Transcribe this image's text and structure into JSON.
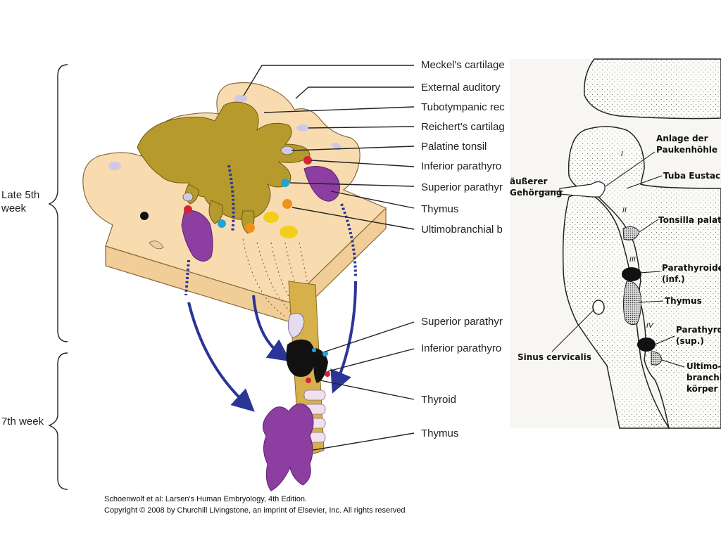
{
  "left_diagram": {
    "stage_labels": {
      "late_5th_line1": "Late 5th",
      "late_5th_line2": "week",
      "seventh_week": "7th week"
    },
    "labels_top": [
      "Meckel's cartilage",
      "External auditory",
      "Tubotympanic rec",
      "Reichert's cartilag",
      "Palatine tonsil",
      "Inferior parathyro",
      "Superior parathyr",
      "Thymus",
      "Ultimobranchial b"
    ],
    "labels_bottom": [
      "Superior parathyr",
      "Inferior parathyro",
      "Thyroid",
      "Thymus"
    ],
    "credit_line1": "Schoenwolf et al: Larsen's Human Embryology, 4th Edition.",
    "credit_line2": "Copyright © 2008 by Churchill Livingstone, an imprint of Elsevier, Inc. All rights reserved"
  },
  "right_diagram": {
    "roman_numerals": [
      "I",
      "II",
      "III",
      "IV"
    ],
    "labels": {
      "anlage_line1": "Anlage der",
      "anlage_line2": "Paukenhöhle",
      "tuba": "Tuba Eustachii",
      "aeusserer_line1": "äußerer",
      "aeusserer_line2": "Gehörgang",
      "tonsilla": "Tonsilla palatina",
      "parathyroidea_inf_line1": "Parathyroidea",
      "parathyroidea_inf_line2": "(inf.)",
      "thymus": "Thymus",
      "parathyroidea_sup_line1": "Parathyroidea",
      "parathyroidea_sup_line2": "(sup.)",
      "sinus": "Sinus cervicalis",
      "ultimo_line1": "Ultimo-",
      "ultimo_line2": "branchial-",
      "ultimo_line3": "körper"
    }
  },
  "colors": {
    "tissue": "#f8dcb0",
    "endoderm": "#b69a2c",
    "thymus": "#8c3fa0",
    "arrow": "#2b3597",
    "parathyroid_red": "#d0243a",
    "parathyroid_blue": "#21a5d8",
    "ultimobranchial": "#f0911c",
    "yellow_body": "#f1cf1a",
    "thyroid": "#111111"
  }
}
